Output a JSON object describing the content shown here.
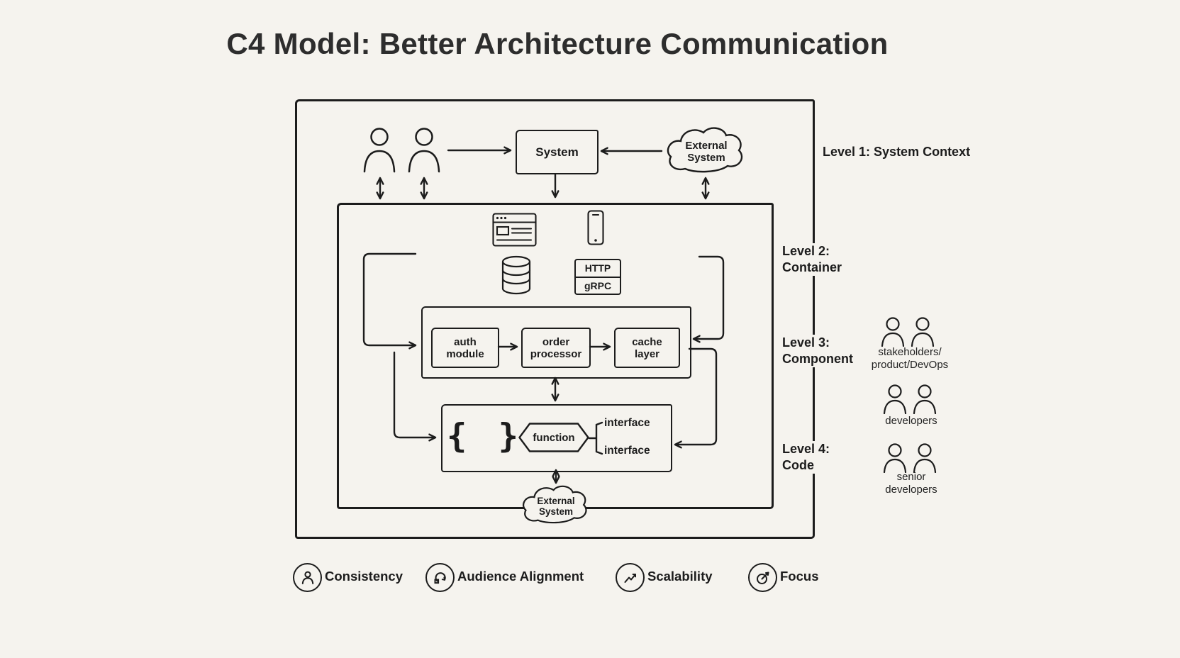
{
  "title": "C4 Model: Better Architecture Communication",
  "colors": {
    "background": "#f5f3ee",
    "ink": "#1c1c1c"
  },
  "diagram": {
    "system": "System",
    "external_system_top": "External\nSystem",
    "external_system_bottom": "External\nSystem",
    "protocols": {
      "http": "HTTP",
      "grpc": "gRPC"
    },
    "components": {
      "auth": "auth\nmodule",
      "order": "order\nprocessor",
      "cache": "cache\nlayer"
    },
    "code": {
      "braces": "{ }",
      "function": "function",
      "interface_top": "interface",
      "interface_bottom": "interface"
    },
    "levels": [
      {
        "label": "Level 1: System Context"
      },
      {
        "label": "Level 2:\nContainer"
      },
      {
        "label": "Level 3:\nComponent"
      },
      {
        "label": "Level 4:\nCode"
      }
    ],
    "audiences": [
      {
        "icon": "user-pair-icon",
        "label": "stakeholders/\nproduct/DevOps"
      },
      {
        "icon": "user-pair-icon",
        "label": "developers"
      },
      {
        "icon": "user-pair-icon",
        "label": "senior\ndevelopers"
      }
    ],
    "icons": [
      "user-icon",
      "cloud-icon",
      "browser-icon",
      "mobile-icon",
      "database-icon"
    ]
  },
  "footer": {
    "items": [
      {
        "icon": "person-icon",
        "label": "Consistency"
      },
      {
        "icon": "cycle-icon",
        "label": "Audience Alignment"
      },
      {
        "icon": "growth-icon",
        "label": "Scalability"
      },
      {
        "icon": "target-arrow-icon",
        "label": "Focus"
      }
    ]
  }
}
